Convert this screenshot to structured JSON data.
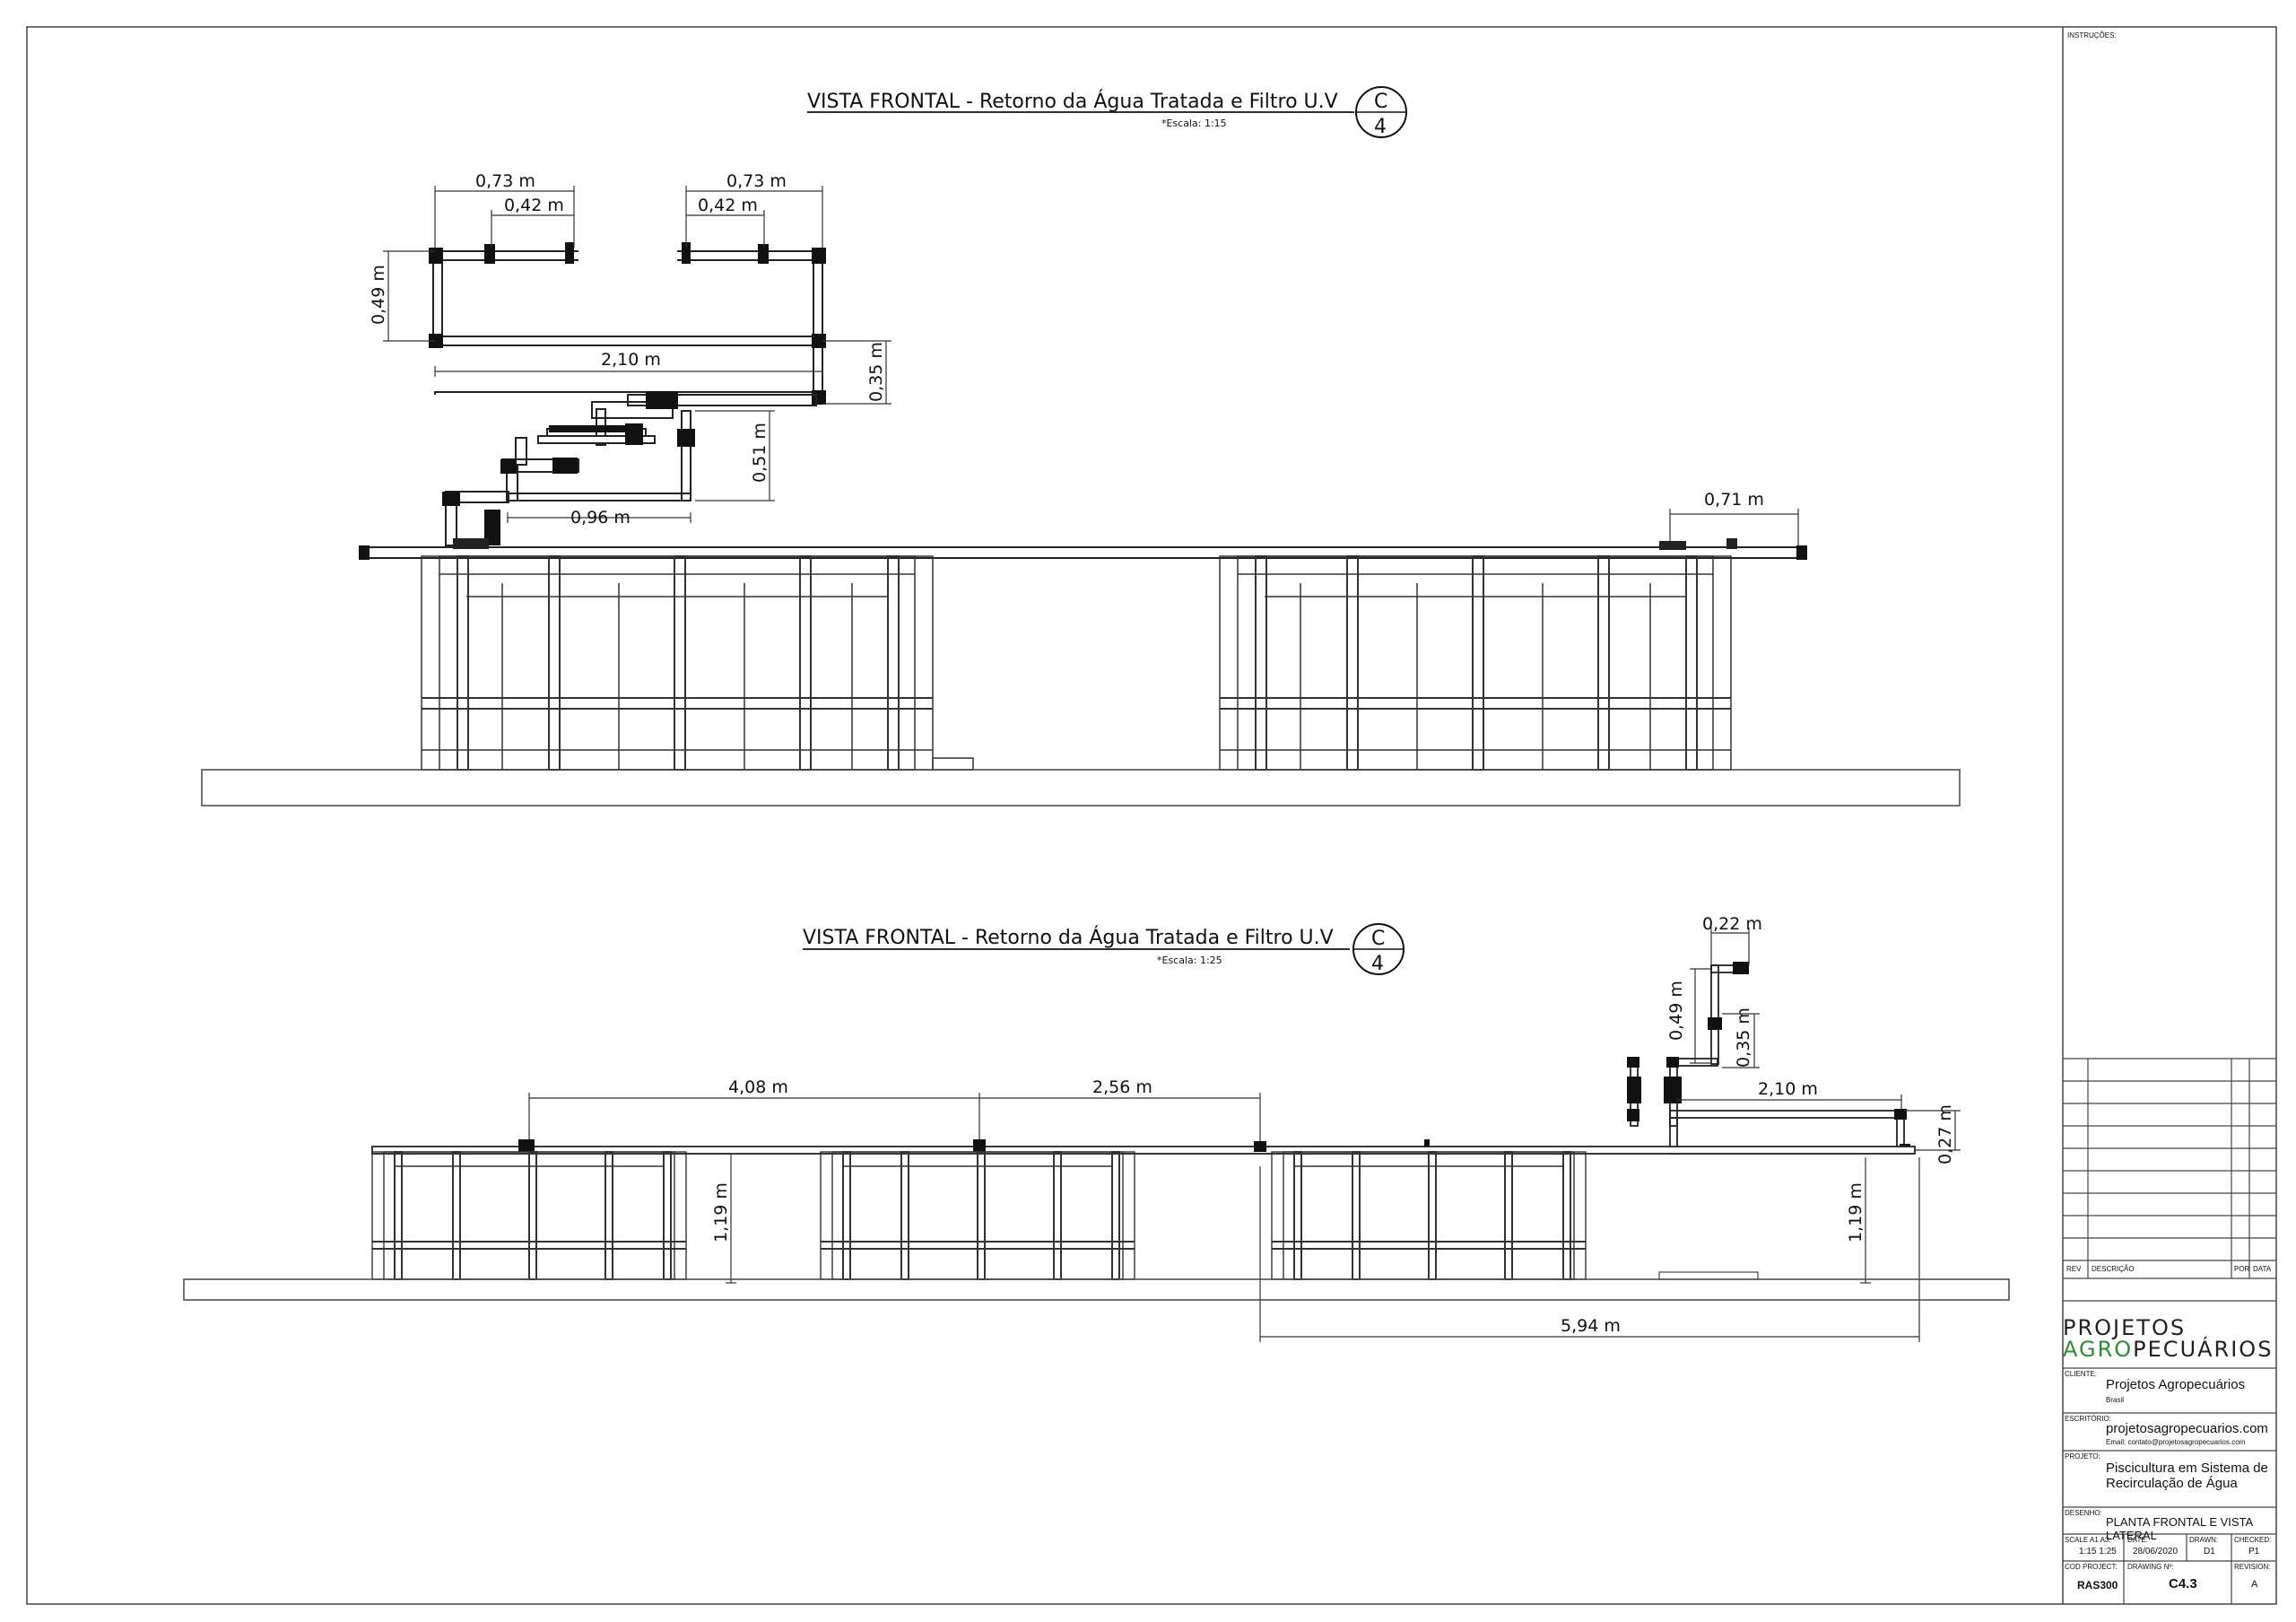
{
  "view_top": {
    "title": "VISTA FRONTAL - Retorno da Água Tratada e Filtro U.V",
    "scale": "*Escala: 1:15",
    "section_letter": "C",
    "section_number": "4",
    "dims": {
      "d1": "0,73 m",
      "d2": "0,42 m",
      "d3": "0,73 m",
      "d4": "0,42 m",
      "d5": "0,49 m",
      "d6": "2,10 m",
      "d7": "0,35 m",
      "d8": "0,51 m",
      "d9": "0,96 m",
      "d10": "0,71 m"
    }
  },
  "view_bottom": {
    "title": "VISTA FRONTAL - Retorno da Água Tratada e Filtro U.V",
    "scale": "*Escala: 1:25",
    "section_letter": "C",
    "section_number": "4",
    "dims": {
      "d1": "0,22 m",
      "d2": "0,49 m",
      "d3": "0,35 m",
      "d4": "4,08 m",
      "d5": "2,56 m",
      "d6": "2,10 m",
      "d7": "0,27 m",
      "d8": "1,19 m",
      "d9": "1,19 m",
      "d10": "5,94 m"
    }
  },
  "title_block": {
    "instructions_label": "INSTRUÇÕES:",
    "rev_label": "REV",
    "desc_label": "DESCRIÇÃO",
    "por_label": "POR",
    "data_label": "DATA",
    "logo_line1": "PROJETOS",
    "logo_green": "AGRO",
    "logo_rest": "PECUÁRIOS",
    "cliente_label": "CLIENTE:",
    "cliente": "Projetos Agropecuários",
    "cliente_sub": "Brasil",
    "escritorio_label": "ESCRITÓRIO:",
    "escritorio": "projetosagropecuarios.com",
    "escritorio_email": "Email: contato@projetosagropecuarios.com",
    "projeto_label": "PROJETO:",
    "projeto_line1": "Piscicultura em Sistema de",
    "projeto_line2": "Recirculação de Água",
    "desenho_label": "DESENHO:",
    "desenho": "PLANTA FRONTAL E VISTA LATERAL",
    "scale_label": "SCALE A1 A3:",
    "scale_value": "1:15  1:25",
    "date_label": "DATE:",
    "date_value": "28/06/2020",
    "drawn_label": "DRAWN:",
    "drawn_value": "D1",
    "checked_label": "CHECKED:",
    "checked_value": "P1",
    "cod_label": "COD PROJECT:",
    "cod_value": "RAS300",
    "drawing_no_label": "DRAWING Nº:",
    "drawing_no_value": "C4.3",
    "revision_label": "REVISION:",
    "revision_value": "A"
  }
}
